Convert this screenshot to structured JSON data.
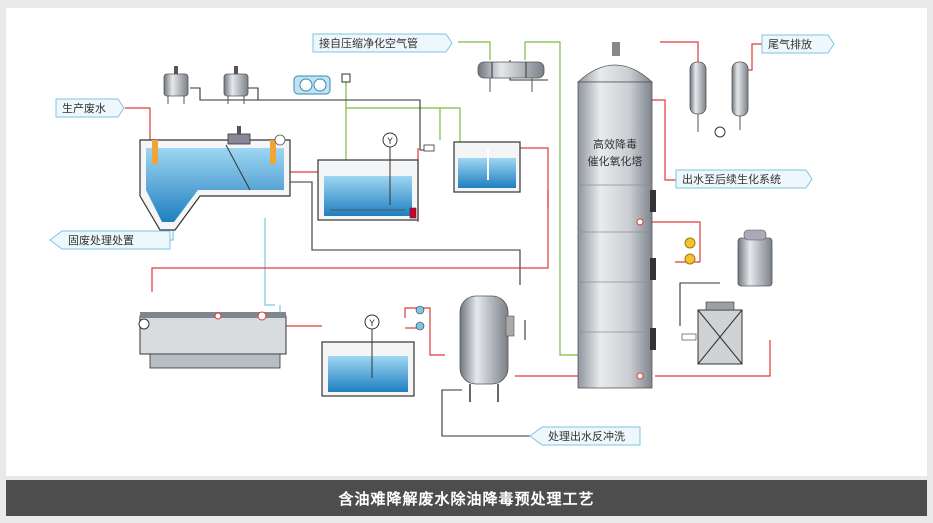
{
  "title": "含油难降解废水除油降毒预处理工艺",
  "labels": {
    "production_wastewater": "生产废水",
    "solid_waste": "固废处理处置",
    "compressed_air": "接自压缩净化空气管",
    "tail_gas": "尾气排放",
    "effluent_bio": "出水至后续生化系统",
    "backwash": "处理出水反冲洗",
    "tower_line1": "高效降毒",
    "tower_line2": "催化氧化塔",
    "gauge_symbol": "Y"
  },
  "colors": {
    "water": "#3fa0d6",
    "water_light": "#9fd3f0",
    "pipe_red": "#e03a3a",
    "pipe_green": "#7dbb42",
    "pipe_blue": "#7bc6e6",
    "pipe_black": "#333333",
    "steel": "#a7adb3",
    "footer_bg": "#4d4d4d"
  }
}
